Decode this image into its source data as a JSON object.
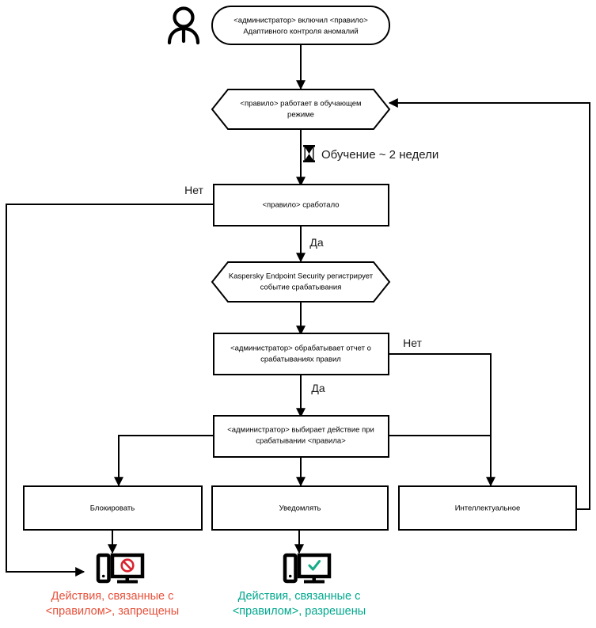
{
  "diagram": {
    "title": "Adaptive Anomaly Control rule workflow",
    "colors": {
      "line": "#000000",
      "deny_text": "#e8503a",
      "allow_text": "#00a88e",
      "deny_symbol": "#d9232e",
      "allow_symbol": "#1aab8a"
    },
    "actor_icon": "person-icon",
    "nodes": [
      {
        "id": "start",
        "shape": "rounded",
        "lines": [
          "<администратор> включил <правило>",
          "Адаптивного контроля аномалий"
        ]
      },
      {
        "id": "learning",
        "shape": "hexagon",
        "lines": [
          "<правило> работает в обучающем",
          "режиме"
        ]
      },
      {
        "id": "triggered",
        "shape": "rect",
        "lines": [
          "<правило> сработало"
        ]
      },
      {
        "id": "kes-registers",
        "shape": "hexagon",
        "lines": [
          "Kaspersky Endpoint Security регистрирует",
          "событие срабатывания"
        ]
      },
      {
        "id": "admin-report",
        "shape": "rect",
        "lines": [
          "<администратор> обрабатывает отчет о",
          "срабатываниях правил"
        ]
      },
      {
        "id": "admin-action",
        "shape": "rect",
        "lines": [
          "<администратор> выбирает действие при",
          "срабатывании <правила>"
        ]
      },
      {
        "id": "block",
        "shape": "rect",
        "lines": [
          "Блокировать"
        ]
      },
      {
        "id": "notify",
        "shape": "rect",
        "lines": [
          "Уведомлять"
        ]
      },
      {
        "id": "smart",
        "shape": "rect",
        "lines": [
          "Интеллектуальное"
        ]
      }
    ],
    "edge_labels": {
      "no_left": "Нет",
      "yes_triggered": "Да",
      "no_right": "Нет",
      "yes_report": "Да"
    },
    "notes": [
      {
        "id": "learning-duration",
        "icon": "hourglass-icon",
        "text": "Обучение ~ 2 недели"
      }
    ],
    "outcomes": [
      {
        "id": "denied",
        "icon": "computer-blocked-icon",
        "lines": [
          "Действия, связанные с",
          "<правилом>, запрещены"
        ]
      },
      {
        "id": "allowed",
        "icon": "computer-allowed-icon",
        "lines": [
          "Действия, связанные с",
          "<правилом>, разрешены"
        ]
      }
    ]
  }
}
